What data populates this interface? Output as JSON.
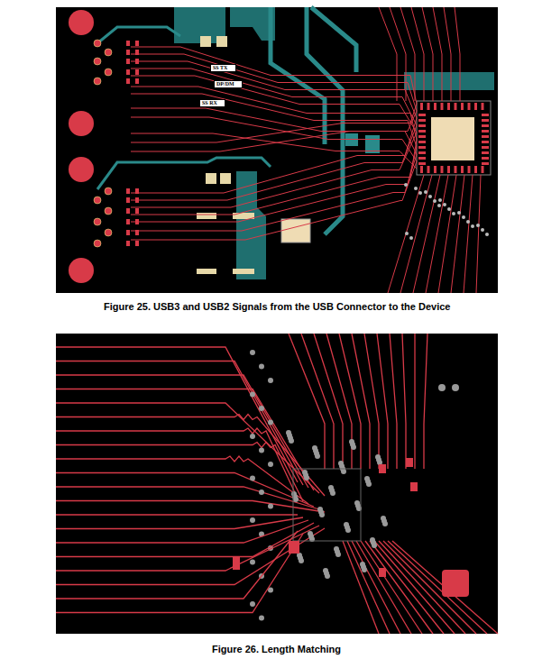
{
  "diagram": {
    "nodes": [
      {
        "text": [
          "SS TX"
        ]
      },
      {
        "text": [
          "DP/DM"
        ]
      },
      {
        "text": [
          "SS RX"
        ]
      }
    ],
    "labels": [
      "Figure 25.  USB3 and USB2 Signals from the USB Connector to the Device",
      "Figure 26.  Length Matching"
    ]
  }
}
